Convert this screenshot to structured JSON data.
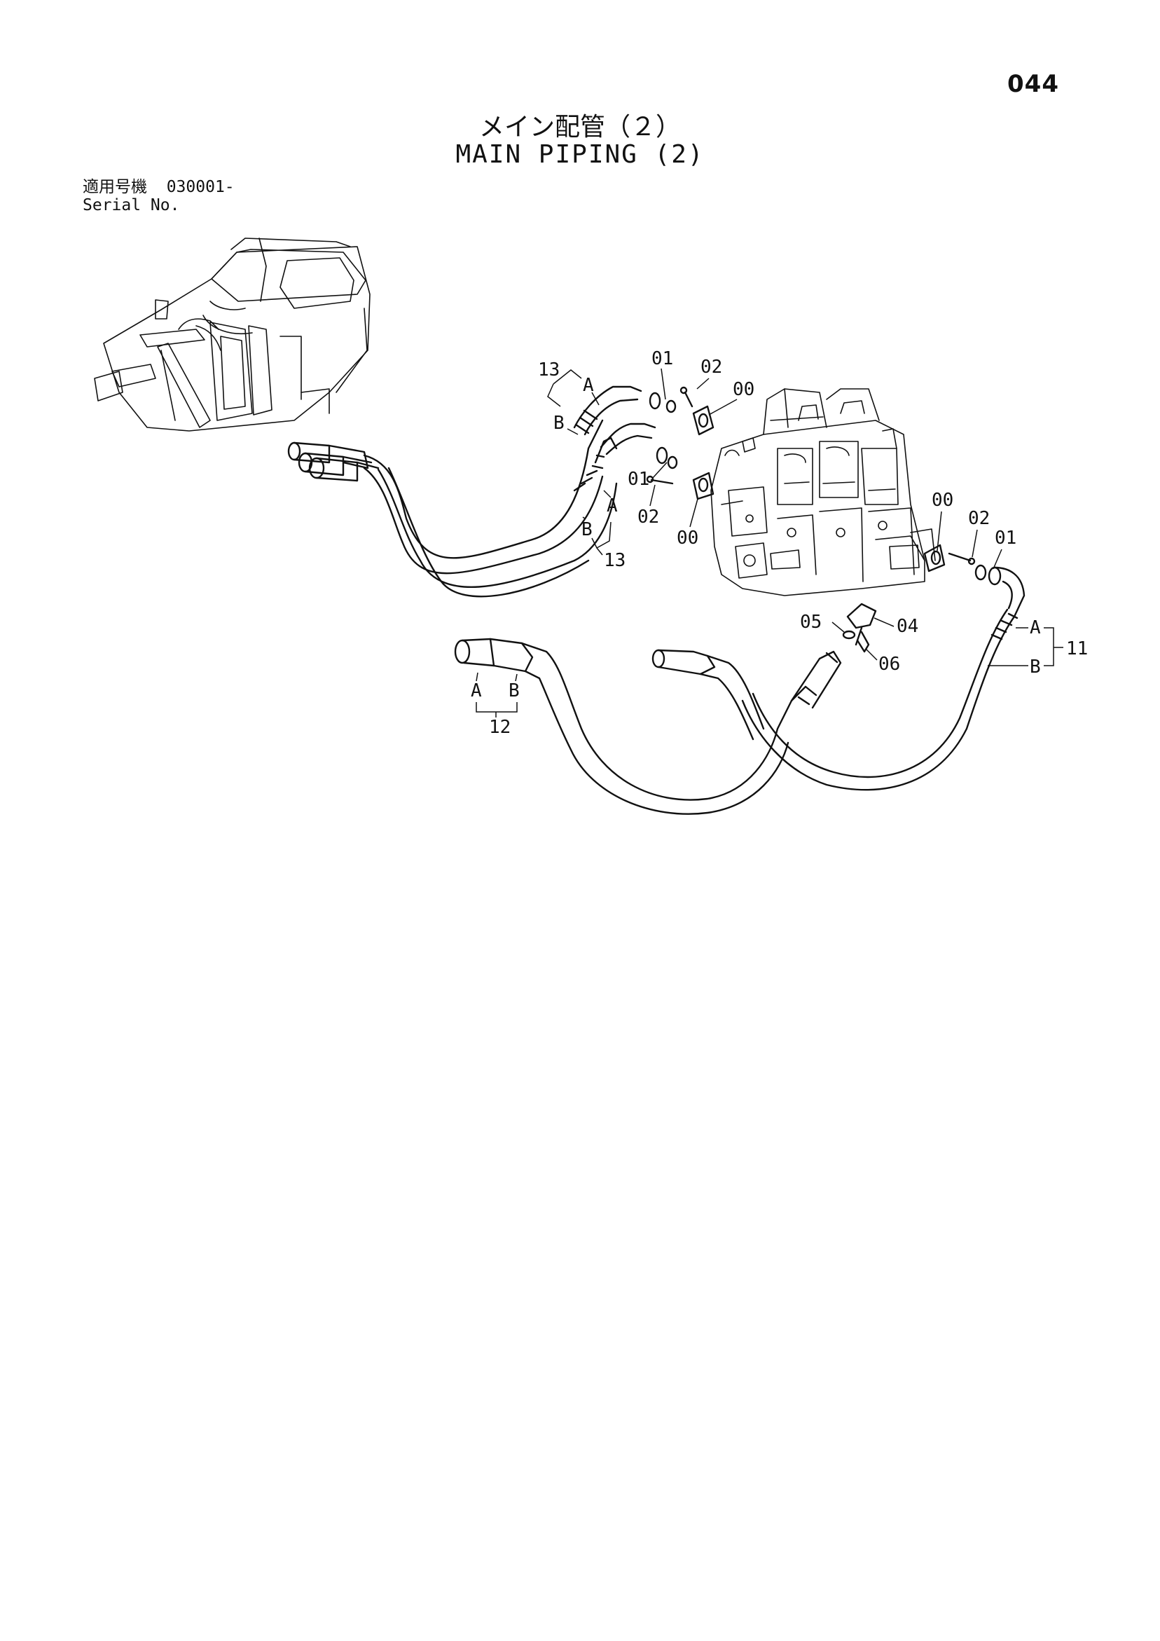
{
  "page_number": "044",
  "title_jp": "メイン配管（２）",
  "title_en": "MAIN PIPING (2)",
  "serial": {
    "label_jp": "適用号機",
    "number": "030001-",
    "label_en": "Serial No."
  },
  "callouts": {
    "hose_13_top": "13",
    "hose_13_top_a": "A",
    "hose_13_top_b": "B",
    "hose_13_bottom": "13",
    "hose_13_bottom_a": "A",
    "hose_13_bottom_b": "B",
    "oring_01_top": "01",
    "bolt_02_top": "02",
    "flange_00_top": "00",
    "oring_01_mid": "01",
    "bolt_02_mid": "02",
    "flange_00_mid": "00",
    "flange_00_right": "00",
    "bolt_02_right": "02",
    "oring_01_right": "01",
    "elbow_04": "04",
    "oring_05": "05",
    "plug_06": "06",
    "hose_11": "11",
    "hose_11_a": "A",
    "hose_11_b": "B",
    "hose_12": "12",
    "hose_12_a": "A",
    "hose_12_b": "B"
  }
}
